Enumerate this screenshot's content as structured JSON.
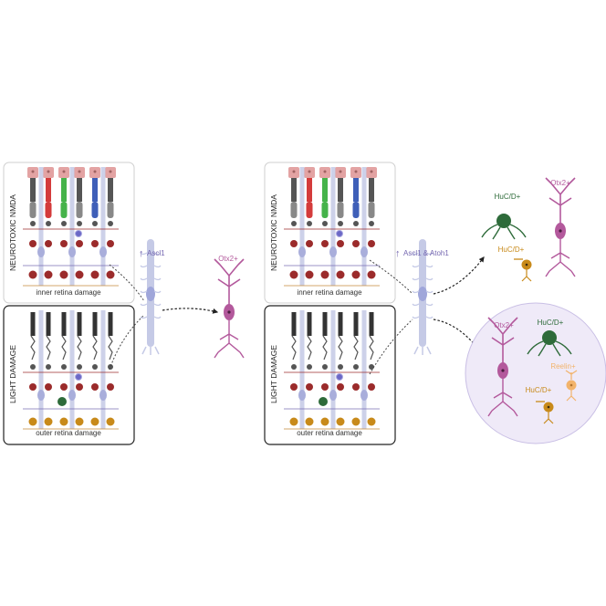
{
  "left": {
    "top_panel": {
      "side_label": "NEUROTOXIC NMDA",
      "caption": "inner retina damage"
    },
    "bottom_panel": {
      "side_label": "LIGHT DAMAGE",
      "caption": "outer retina damage"
    },
    "factor": "Ascl1",
    "result_cell": "Otx2+"
  },
  "right": {
    "top_panel": {
      "side_label": "NEUROTOXIC NMDA",
      "caption": "inner retina damage"
    },
    "bottom_panel": {
      "side_label": "LIGHT DAMAGE",
      "caption": "outer retina damage"
    },
    "factor": "Ascl1 & Atoh1",
    "upper_outcome": {
      "cell_a": "HuC/D+",
      "cell_b": "Otx2+",
      "cell_c": "HuC/D+"
    },
    "lower_outcome": {
      "cell_a": "Otx2+",
      "cell_b": "HuC/D+",
      "cell_c": "Reelin+",
      "cell_d": "HuC/D+"
    }
  },
  "colors": {
    "muller_glia": "#c5cae6",
    "otx2": "#b3599c",
    "huc_dark_green": "#2e6b3a",
    "huc_orange": "#c88a1a",
    "reelin_light_orange": "#f2b36b",
    "factor_text": "#7466b0",
    "photoreceptor_pink": "#e3a3a3",
    "rgc_red": "#9b2b2b",
    "outcome_circle": "#efeaf8"
  }
}
